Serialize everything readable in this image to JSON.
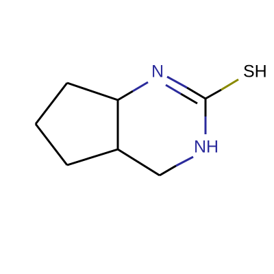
{
  "molecule": {
    "atoms": {
      "n1": "N",
      "sh": "SH",
      "nh": "NH"
    },
    "colors": {
      "carbon_bond": "#000000",
      "nitrogen": "#2b2b9c",
      "sulfur": "#8a8a00",
      "label_n": "#2b2b9c",
      "label_s": "#000000"
    }
  }
}
